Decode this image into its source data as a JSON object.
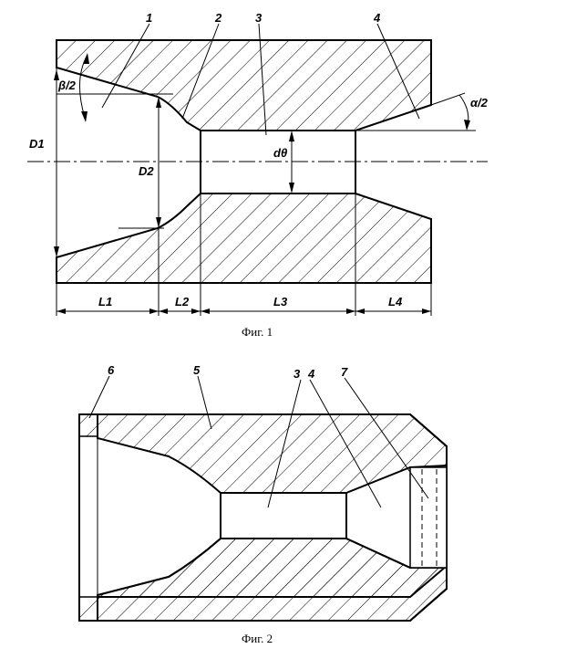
{
  "figure1": {
    "caption": "Фиг. 1",
    "labels": {
      "n1": "1",
      "n2": "2",
      "n3": "3",
      "n4": "4"
    },
    "dims": {
      "D1": "D1",
      "D2": "D2",
      "d0": "dθ",
      "beta": "β/2",
      "alpha": "α/2",
      "L1": "L1",
      "L2": "L2",
      "L3": "L3",
      "L4": "L4"
    }
  },
  "figure2": {
    "caption": "Фиг. 2",
    "labels": {
      "n3": "3",
      "n4": "4",
      "n5": "5",
      "n6": "6",
      "n7": "7"
    }
  }
}
